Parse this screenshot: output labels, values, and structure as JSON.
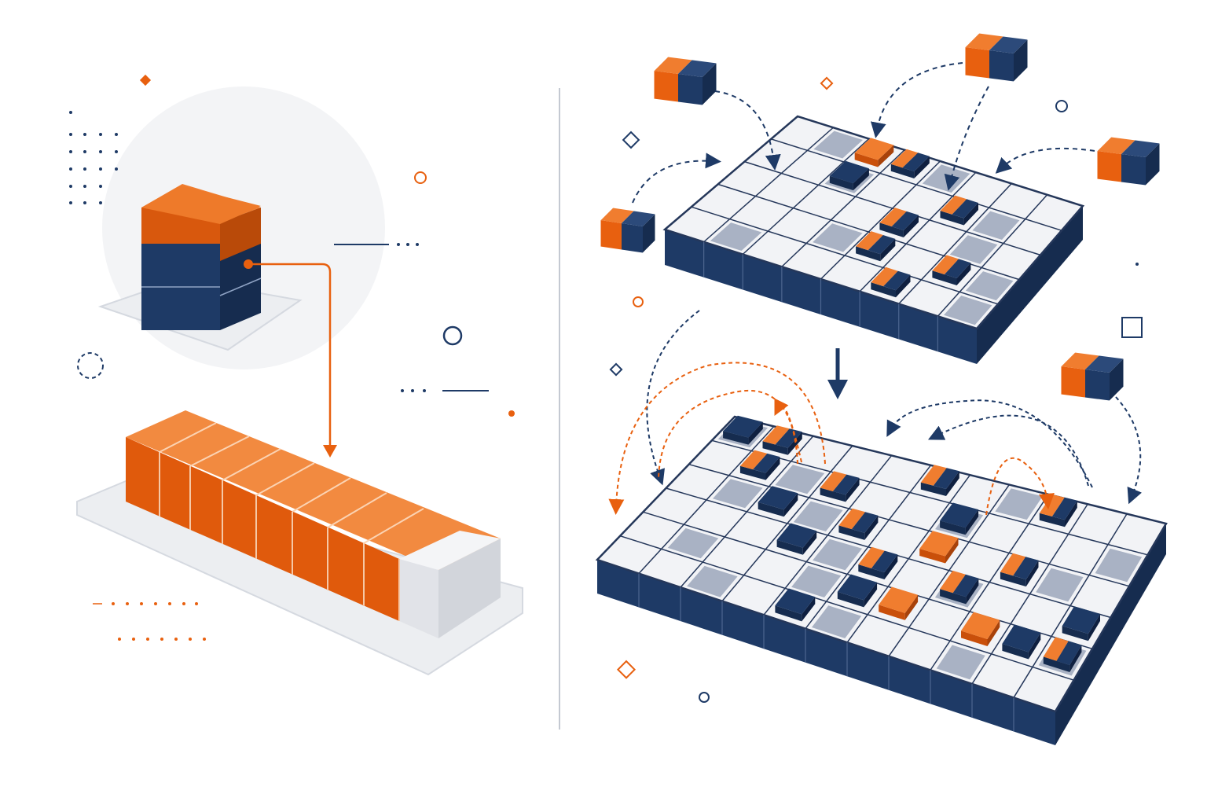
{
  "colors": {
    "orange": "#e8600f",
    "orange_light": "#f07d2f",
    "orange_dark": "#c94f0a",
    "navy": "#1e3a66",
    "navy_dark": "#162c4f",
    "cell_fill": "#f2f3f6",
    "cell_shaded": "#a9b2c4",
    "grid_line": "#25375a",
    "platform": "#eceef1",
    "background": "#ffffff"
  },
  "left_panel": {
    "stacked_block": {
      "layers": [
        "orange",
        "navy",
        "navy"
      ]
    },
    "long_block": {
      "segments_filled": 8,
      "segments_empty": 1
    }
  },
  "right_panel": {
    "top_grid": {
      "rows": 5,
      "cols": 8
    },
    "bottom_grid": {
      "rows": 6,
      "cols": 11
    },
    "transition_arrow": "down-arrow-icon"
  }
}
